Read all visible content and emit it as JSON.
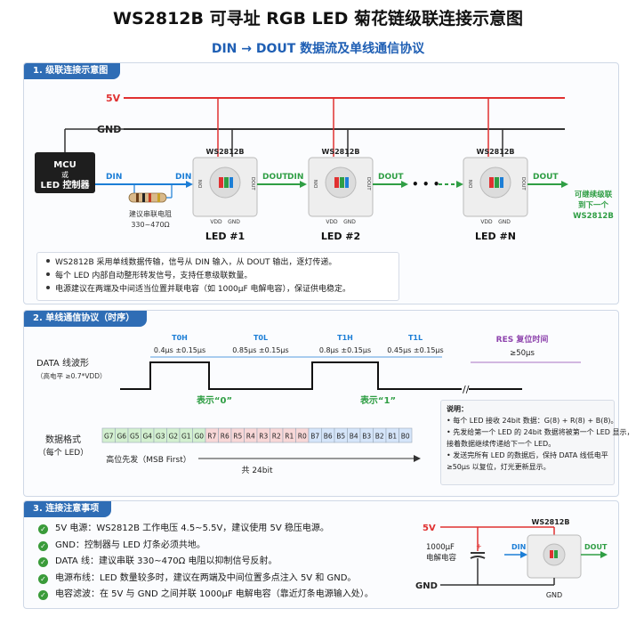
{
  "title": "WS2812B 可寻址 RGB LED 菊花链级联连接示意图",
  "subtitle": "DIN → DOUT 数据流及单线通信协议",
  "section1": {
    "heading": "1. 级联连接示意图",
    "v5": "5V",
    "gnd": "GND",
    "mcu": [
      "MCU",
      "或",
      "LED 控制器"
    ],
    "din": "DIN",
    "resistor_label": [
      "建议串联电阻",
      "330~470Ω"
    ],
    "chip_name": "WS2812B",
    "dout": "DOUT",
    "pin_din": "DIN",
    "pin_dout": "DOUT",
    "pin_vdd": "VDD",
    "pin_gnd": "GND",
    "led_labels": [
      "LED #1",
      "LED #2",
      "LED #N"
    ],
    "dots": "• • •",
    "continue": [
      "可继续级联",
      "到下一个",
      "WS2812B"
    ],
    "notes": [
      "WS2812B 采用单线数据传输，信号从 DIN 输入，从 DOUT 输出，逐灯传递。",
      "每个 LED 内部自动整形转发信号，支持任意级联数量。",
      "电源建议在两端及中间适当位置并联电容（如 1000μF 电解电容），保证供电稳定。"
    ]
  },
  "section2": {
    "heading": "2. 单线通信协议（时序）",
    "wave_label": "DATA 线波形",
    "wave_sub": "（高电平 ≥0.7*VDD）",
    "t0h": "T0H",
    "t0h_val": "0.4μs ±0.15μs",
    "t0l": "T0L",
    "t0l_val": "0.85μs ±0.15μs",
    "t1h": "T1H",
    "t1h_val": "0.8μs ±0.15μs",
    "t1l": "T1L",
    "t1l_val": "0.45μs ±0.15μs",
    "res": "RES 复位时间",
    "res_val": "≥50μs",
    "rep0": "表示“0”",
    "rep1": "表示“1”",
    "format_label": [
      "数据格式",
      "（每个 LED）"
    ],
    "green_bits": [
      "G7",
      "G6",
      "G5",
      "G4",
      "G3",
      "G2",
      "G1",
      "G0"
    ],
    "red_bits": [
      "R7",
      "R6",
      "R5",
      "R4",
      "R3",
      "R2",
      "R1",
      "R0"
    ],
    "blue_bits": [
      "B7",
      "B6",
      "B5",
      "B4",
      "B3",
      "B2",
      "B1",
      "B0"
    ],
    "msb": "高位先发（MSB First）",
    "total": "共 24bit",
    "desc_title": "说明：",
    "desc": [
      "• 每个 LED 接收 24bit 数据：G(8) + R(8) + B(8)。",
      "• 先发给第一个 LED 的 24bit 数据将被第一个 LED 显示，",
      "  接着数据继续传递给下一个 LED。",
      "• 发送完所有 LED 的数据后，保持 DATA 线低电平",
      "  ≥50μs 以复位，灯光更新显示。"
    ]
  },
  "section3": {
    "heading": "3. 连接注意事项",
    "tips": [
      "5V 电源：WS2812B 工作电压 4.5~5.5V，建议使用 5V 稳压电源。",
      "GND：控制器与 LED 灯条必须共地。",
      "DATA 线：建议串联 330~470Ω 电阻以抑制信号反射。",
      "电源布线：LED 数量较多时，建议在两端及中间位置多点注入 5V 和 GND。",
      "电容滤波：在 5V 与 GND 之间并联 1000μF 电解电容（靠近灯条电源输入处）。"
    ],
    "v5": "5V",
    "gnd": "GND",
    "cap": [
      "1000μF",
      "电解电容"
    ],
    "chip": "WS2812B",
    "din": "DIN",
    "dout": "DOUT",
    "gnd_pin": "GND"
  },
  "colors": {
    "accent": "#2f6db5",
    "red": "#e03131",
    "green": "#2f9e44",
    "blue": "#1c7ed6",
    "green_bit": "#d3f0d0",
    "red_bit": "#f8d7d7",
    "blue_bit": "#d5e5fa",
    "purple": "#8e44ad"
  }
}
